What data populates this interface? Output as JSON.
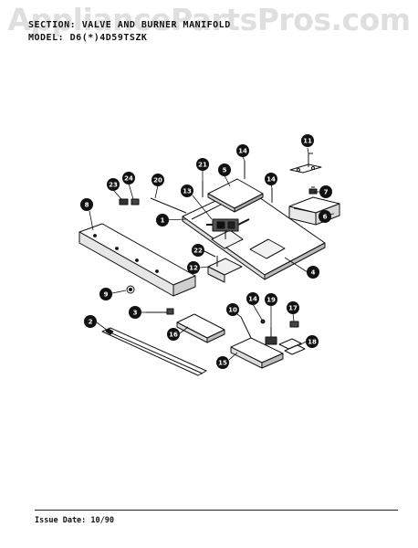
{
  "header": {
    "section_label": "SECTION:",
    "section_value": "VALVE AND BURNER MANIFOLD",
    "model_label": "MODEL:",
    "model_value": "D6(*)4D59TSZK"
  },
  "watermark": "AppliancePartsPros.com",
  "footer": {
    "issue_label": "Issue Date:",
    "issue_date": "10/90"
  },
  "callouts": [
    {
      "id": "c1",
      "text": "1"
    },
    {
      "id": "c2",
      "text": "2"
    },
    {
      "id": "c3",
      "text": "3"
    },
    {
      "id": "c4",
      "text": "4"
    },
    {
      "id": "c5",
      "text": "5"
    },
    {
      "id": "c6",
      "text": "6"
    },
    {
      "id": "c7",
      "text": "7"
    },
    {
      "id": "c8",
      "text": "8"
    },
    {
      "id": "c9",
      "text": "9"
    },
    {
      "id": "c10",
      "text": "10"
    },
    {
      "id": "c11",
      "text": "11"
    },
    {
      "id": "c12",
      "text": "12"
    },
    {
      "id": "c13",
      "text": "13"
    },
    {
      "id": "c14a",
      "text": "14"
    },
    {
      "id": "c14b",
      "text": "14"
    },
    {
      "id": "c14c",
      "text": "14"
    },
    {
      "id": "c15",
      "text": "15"
    },
    {
      "id": "c16",
      "text": "16"
    },
    {
      "id": "c17",
      "text": "17"
    },
    {
      "id": "c18",
      "text": "18"
    },
    {
      "id": "c19",
      "text": "19"
    },
    {
      "id": "c20",
      "text": "20"
    },
    {
      "id": "c21",
      "text": "21"
    },
    {
      "id": "c22",
      "text": "22"
    },
    {
      "id": "c23",
      "text": "23"
    },
    {
      "id": "c24",
      "text": "24"
    }
  ]
}
